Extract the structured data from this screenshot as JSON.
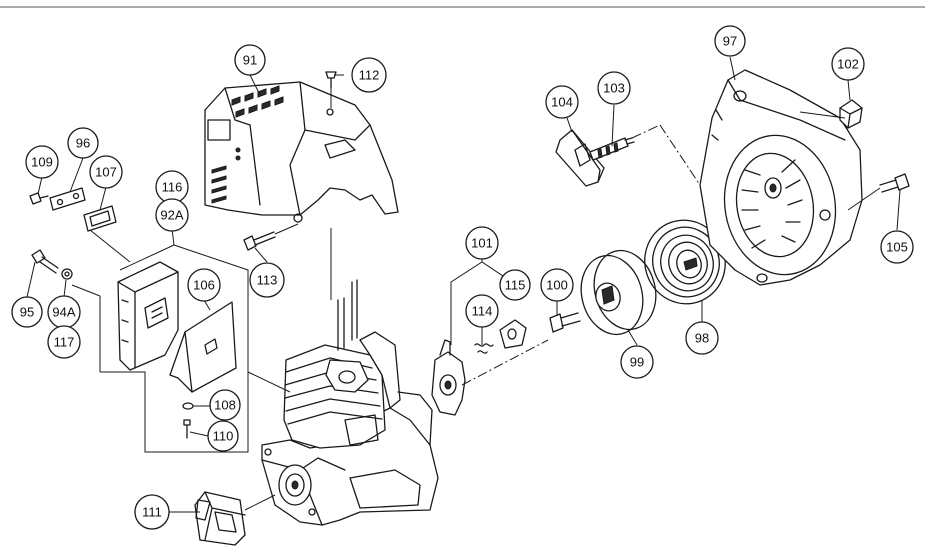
{
  "callouts": {
    "c91": "91",
    "c112": "112",
    "c113": "113",
    "c109": "109",
    "c96": "96",
    "c107": "107",
    "c116": "116",
    "c92a": "92A",
    "c106": "106",
    "c95": "95",
    "c94a": "94A",
    "c117": "117",
    "c108": "108",
    "c110": "110",
    "c111": "111",
    "c101": "101",
    "c114": "114",
    "c115": "115",
    "c100": "100",
    "c99": "99",
    "c98": "98",
    "c104": "104",
    "c103": "103",
    "c97": "97",
    "c102": "102",
    "c105": "105"
  }
}
